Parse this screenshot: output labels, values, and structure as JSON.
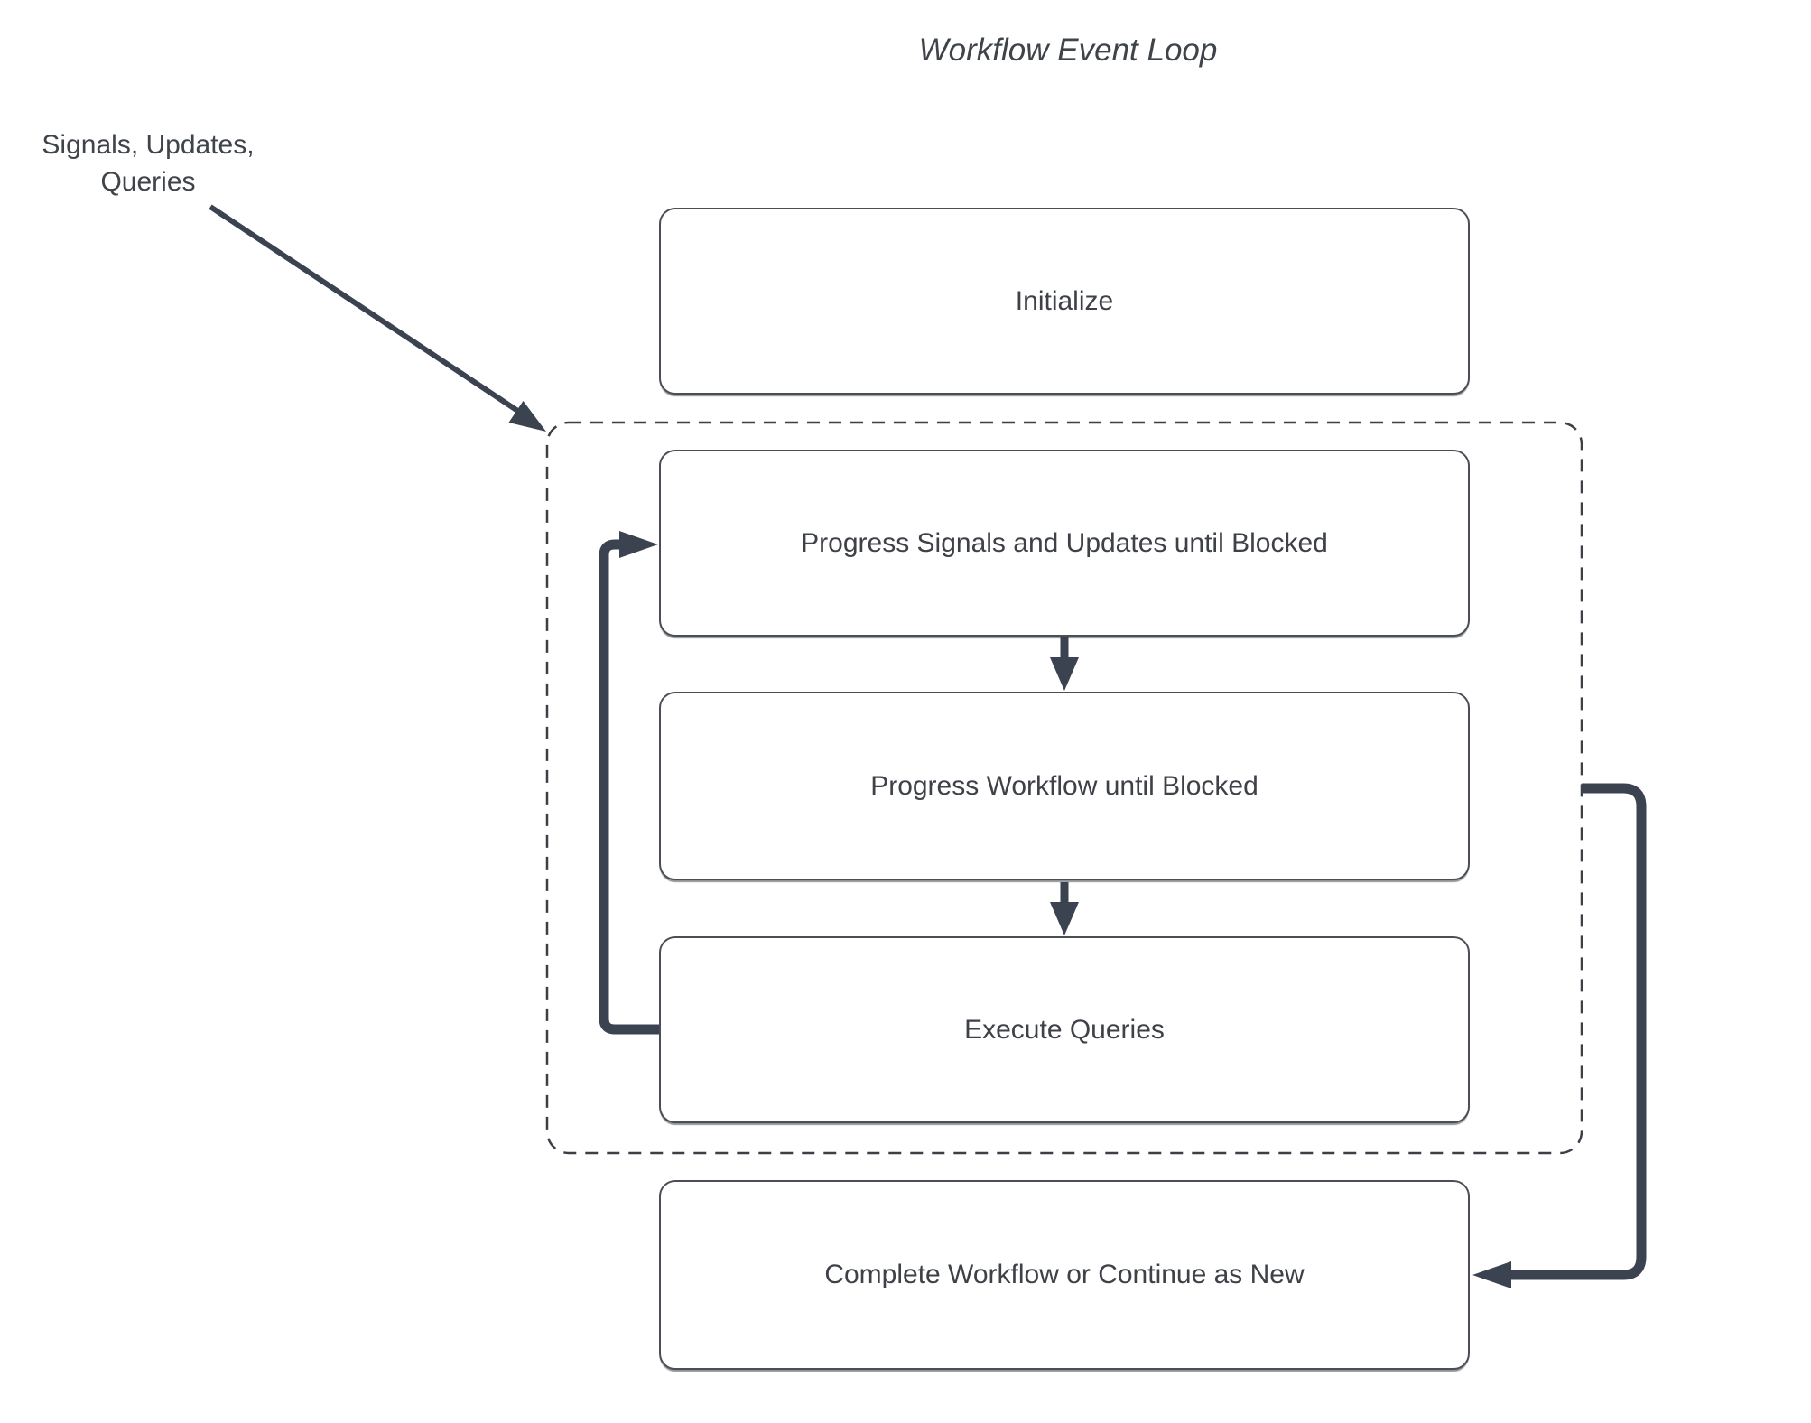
{
  "title": "Workflow Event Loop",
  "annotation": {
    "line1": "Signals, Updates,",
    "line2": "Queries"
  },
  "nodes": {
    "initialize": {
      "label": "Initialize"
    },
    "progress_signals": {
      "label": "Progress Signals and Updates until Blocked"
    },
    "progress_workflow": {
      "label": "Progress Workflow until Blocked"
    },
    "execute_queries": {
      "label": "Execute Queries"
    },
    "complete": {
      "label": "Complete Workflow or Continue as New"
    }
  },
  "connectors": {
    "signals_input": "arrow from Signals/Updates/Queries label into event-loop dashed container",
    "down_arrow_1": "Progress Signals and Updates until Blocked to Progress Workflow until Blocked",
    "down_arrow_2": "Progress Workflow until Blocked to Execute Queries",
    "loop_back": "Execute Queries back to Progress Signals and Updates until Blocked",
    "continue_out": "event loop out to Complete Workflow or Continue as New"
  },
  "colors": {
    "background": "#ffffff",
    "arrow": "#3c4350",
    "box_border": "#4a4e55",
    "text": "#3e4248",
    "dashed_border": "#3b3f46"
  }
}
